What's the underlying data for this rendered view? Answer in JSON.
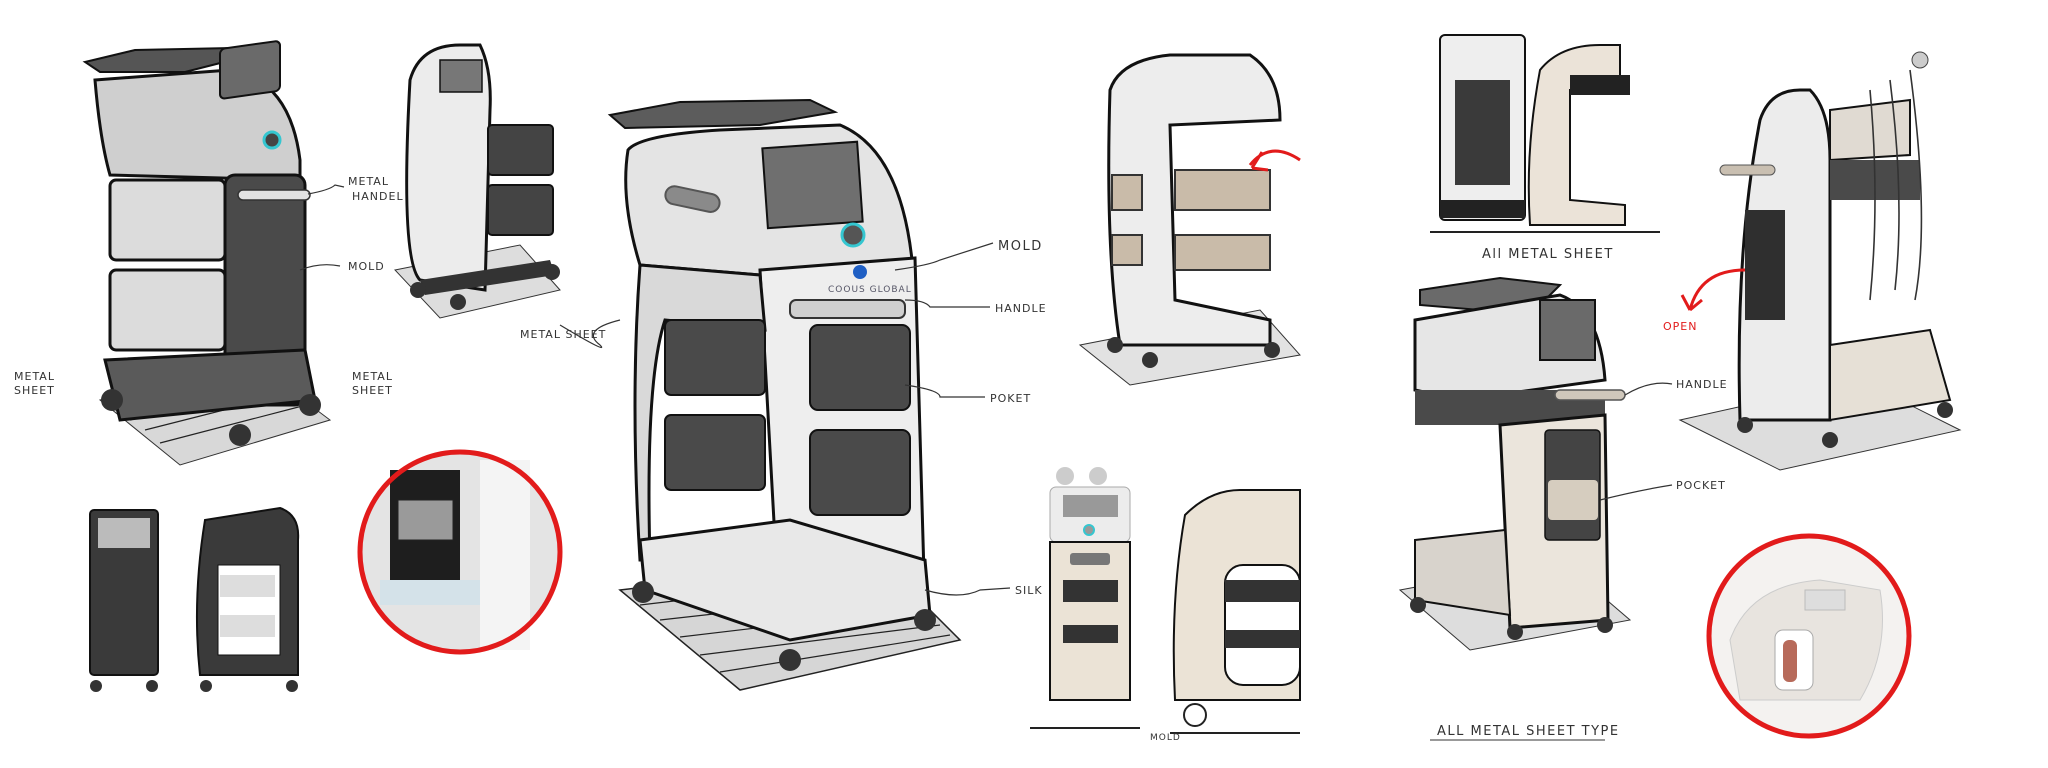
{
  "sheet": {
    "cart_dark": {
      "labels": {
        "metal_handel_1": "METAL",
        "metal_handel_2": "HANDEL",
        "mold": "MOLD",
        "metal_sheet_left_1": "METAL",
        "metal_sheet_left_2": "SHEET",
        "metal_sheet_right_1": "METAL",
        "metal_sheet_right_2": "SHEET"
      }
    },
    "cart_main": {
      "brand": "COOUS GLOBAL",
      "labels": {
        "metal_sheet": "METAL SHEET",
        "mold": "MOLD",
        "handle": "HANDLE",
        "poket": "POKET",
        "silk": "SILK"
      }
    },
    "views_top_right": {
      "caption": "All METAL SHEET"
    },
    "cart_beige": {
      "labels": {
        "handle": "HANDLE",
        "pocket": "POCKET"
      }
    },
    "views_bottom": {
      "labels": {
        "mold": "MOLD"
      },
      "caption": "ALL METAL SHEET TYPE"
    },
    "cart_tall": {
      "labels": {
        "open": "OPEN"
      }
    },
    "colors": {
      "accent_red": "#e21b1b",
      "teal_ring": "#35c6d0",
      "brand_blue": "#1f5fc4"
    }
  }
}
